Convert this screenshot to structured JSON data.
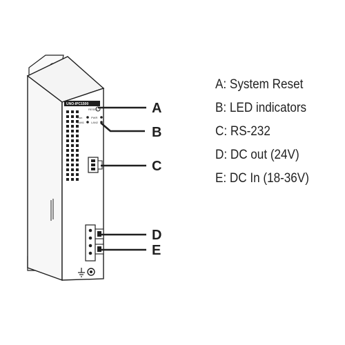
{
  "device": {
    "model_label": "UNO-IPC1500",
    "reset_label": "RESET",
    "led_labels": [
      "Run",
      "PWR",
      "LAN1",
      "LAN2"
    ]
  },
  "callouts": [
    {
      "letter": "A",
      "text": "A: System Reset"
    },
    {
      "letter": "B",
      "text": "B: LED indicators"
    },
    {
      "letter": "C",
      "text": "C: RS-232"
    },
    {
      "letter": "D",
      "text": "D: DC out (24V)"
    },
    {
      "letter": "E",
      "text": "E: DC In (18-36V)"
    }
  ],
  "colors": {
    "line": "#1f1f1f",
    "device_face": "#ffffff",
    "device_side": "#f4f4f4"
  }
}
